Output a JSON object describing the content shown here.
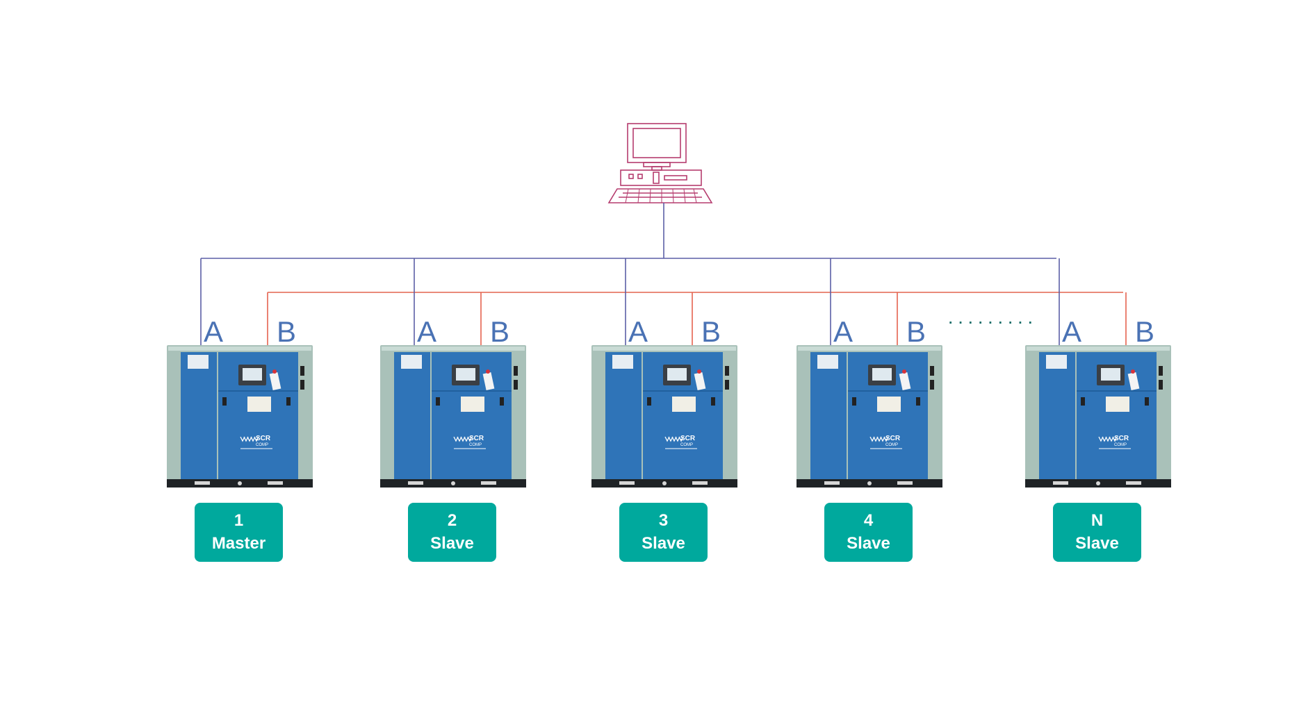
{
  "colors": {
    "bus_a": "#5b5fa6",
    "bus_b": "#e4634f",
    "label": "#4a72b4",
    "badge": "#00a99d",
    "computer": "#b53c6e",
    "cabinet_frame": "#a9c1b9",
    "cabinet_panel": "#2f74b8"
  },
  "icons": {
    "computer": "computer-terminal-icon",
    "compressor": "air-compressor-icon"
  },
  "line_labels": {
    "a": "A",
    "b": "B"
  },
  "ellipsis": "·········",
  "units": [
    {
      "number": "1",
      "role": "Master",
      "brand": "SCR",
      "brand_sub": "COMP"
    },
    {
      "number": "2",
      "role": "Slave",
      "brand": "SCR",
      "brand_sub": "COMP"
    },
    {
      "number": "3",
      "role": "Slave",
      "brand": "SCR",
      "brand_sub": "COMP"
    },
    {
      "number": "4",
      "role": "Slave",
      "brand": "SCR",
      "brand_sub": "COMP"
    },
    {
      "number": "N",
      "role": "Slave",
      "brand": "SCR",
      "brand_sub": "COMP"
    }
  ]
}
